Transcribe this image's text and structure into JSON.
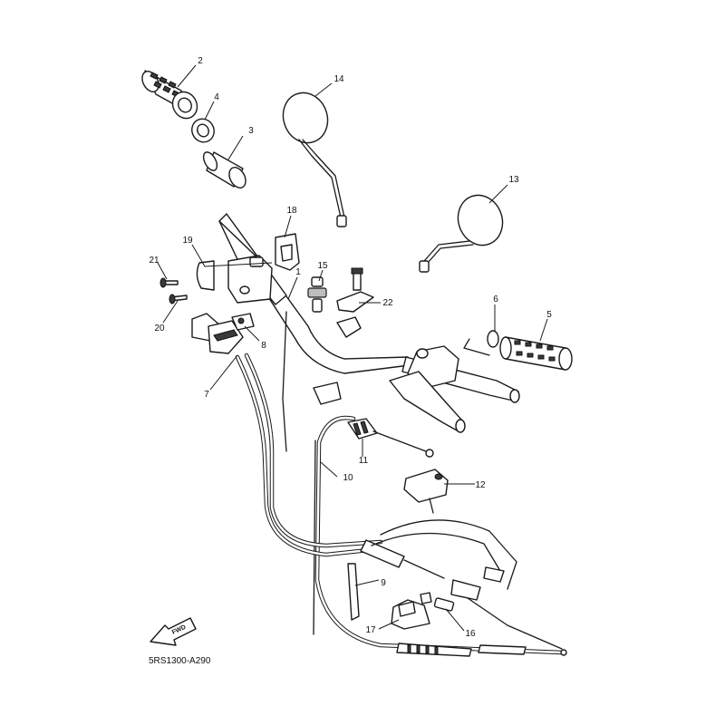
{
  "diagram_code": "5RS1300-A290",
  "direction_label": "FWD",
  "callouts": [
    {
      "label": "1"
    },
    {
      "label": "2"
    },
    {
      "label": "3"
    },
    {
      "label": "4"
    },
    {
      "label": "5"
    },
    {
      "label": "6"
    },
    {
      "label": "7"
    },
    {
      "label": "8"
    },
    {
      "label": "9"
    },
    {
      "label": "10"
    },
    {
      "label": "11"
    },
    {
      "label": "12"
    },
    {
      "label": "13"
    },
    {
      "label": "14"
    },
    {
      "label": "15"
    },
    {
      "label": "16"
    },
    {
      "label": "17"
    },
    {
      "label": "18"
    },
    {
      "label": "19"
    },
    {
      "label": "20"
    },
    {
      "label": "21"
    },
    {
      "label": "22"
    }
  ]
}
